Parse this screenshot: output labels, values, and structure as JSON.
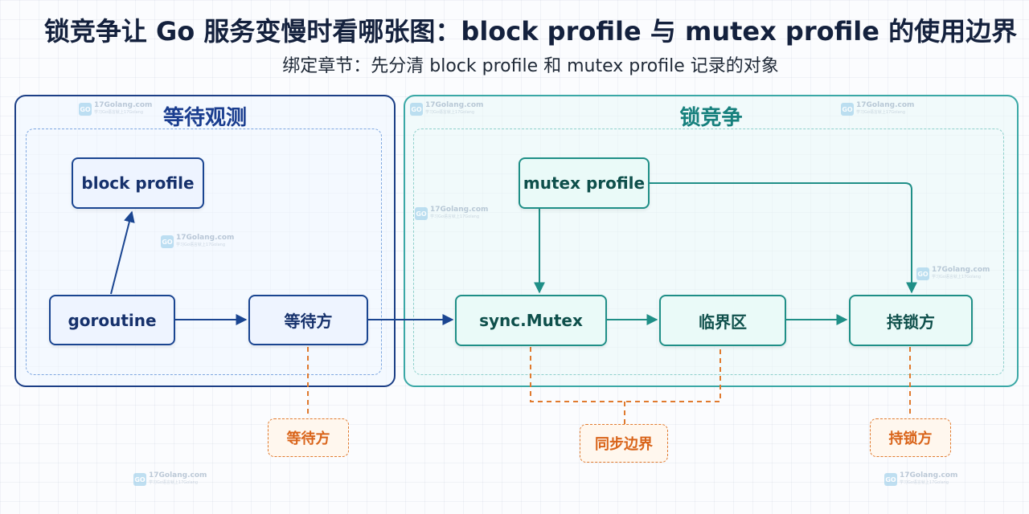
{
  "header": {
    "title": "锁竞争让 Go 服务变慢时看哪张图：block profile 与 mutex profile 的使用边界",
    "subtitle": "绑定章节：先分清 block profile 和 mutex profile 记录的对象"
  },
  "groups": {
    "left_title": "等待观测",
    "right_title": "锁竞争"
  },
  "nodes": {
    "block_profile": "block profile",
    "goroutine": "goroutine",
    "waiter": "等待方",
    "mutex_profile": "mutex profile",
    "sync_mutex": "sync.Mutex",
    "critical_section": "临界区",
    "holder": "持锁方"
  },
  "annotations": {
    "waiter": "等待方",
    "sync_boundary": "同步边界",
    "holder": "持锁方"
  },
  "watermark": {
    "logo_text": "GO",
    "site": "17Golang.com",
    "tagline": "学习Go语言就上17Golang"
  },
  "colors": {
    "blue_stroke": "#1a4591",
    "teal_stroke": "#1f8f87",
    "orange": "#e07a2e"
  }
}
